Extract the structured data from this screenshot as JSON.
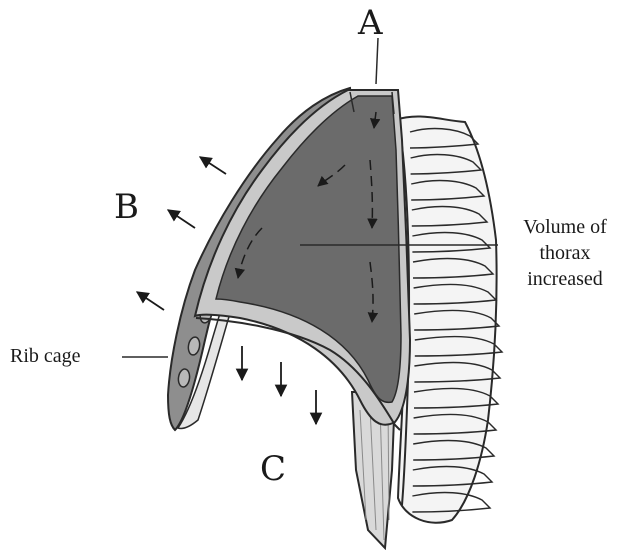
{
  "labels": {
    "a": "A",
    "b": "B",
    "c": "C",
    "rib_cage": "Rib cage",
    "volume": [
      "Volume of",
      "thorax",
      "increased"
    ]
  },
  "colors": {
    "cavity": "#6b6b6b",
    "membrane": "#c9c9c9",
    "outline": "#2a2a2a",
    "bone": "#f4f4f4",
    "rib_section": "#8a8a8a",
    "muscle": "#d6d6d6",
    "arrow": "#1a1a1a"
  }
}
